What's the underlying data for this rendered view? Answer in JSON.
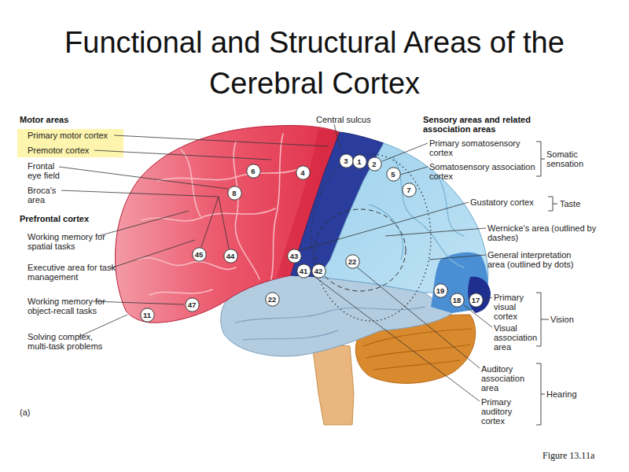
{
  "diagram": {
    "title": "Functional and Structural Areas of the Cerebral Cortex",
    "caption": "Figure 13.11a",
    "nodes": [
      {
        "text": [
          "3"
        ]
      },
      {
        "text": [
          "1"
        ]
      },
      {
        "text": [
          "2"
        ]
      },
      {
        "text": [
          "5"
        ]
      },
      {
        "text": [
          "6"
        ]
      },
      {
        "text": [
          "4"
        ]
      },
      {
        "text": [
          "7"
        ]
      },
      {
        "text": [
          "8"
        ]
      },
      {
        "text": [
          "45"
        ]
      },
      {
        "text": [
          "44"
        ]
      },
      {
        "text": [
          "43"
        ]
      },
      {
        "text": [
          "22"
        ]
      },
      {
        "text": [
          "41"
        ]
      },
      {
        "text": [
          "42"
        ]
      },
      {
        "text": [
          "19"
        ]
      },
      {
        "text": [
          "18"
        ]
      },
      {
        "text": [
          "17"
        ]
      },
      {
        "text": [
          "22"
        ]
      },
      {
        "text": [
          "47"
        ]
      },
      {
        "text": [
          "11"
        ]
      }
    ],
    "labels": [
      "Motor areas",
      "Primary motor cortex",
      "Premotor cortex",
      "Frontal eye field",
      "Broca's area",
      "Prefrontal cortex",
      "Working memory for spatial tasks",
      "Executive area for task management",
      "Working memory for object-recall tasks",
      "Solving complex, multi-task problems",
      "Central sulcus",
      "Sensory areas and related association areas",
      "Primary somatosensory cortex",
      "Somatosensory association cortex",
      "Somatic sensation",
      "Gustatory cortex",
      "Taste",
      "Wernicke's area (outlined by dashes)",
      "General interpretation area (outlined by dots)",
      "Primary visual cortex",
      "Visual association area",
      "Vision",
      "Auditory association area",
      "Hearing",
      "Primary auditory cortex",
      "(a)"
    ]
  }
}
